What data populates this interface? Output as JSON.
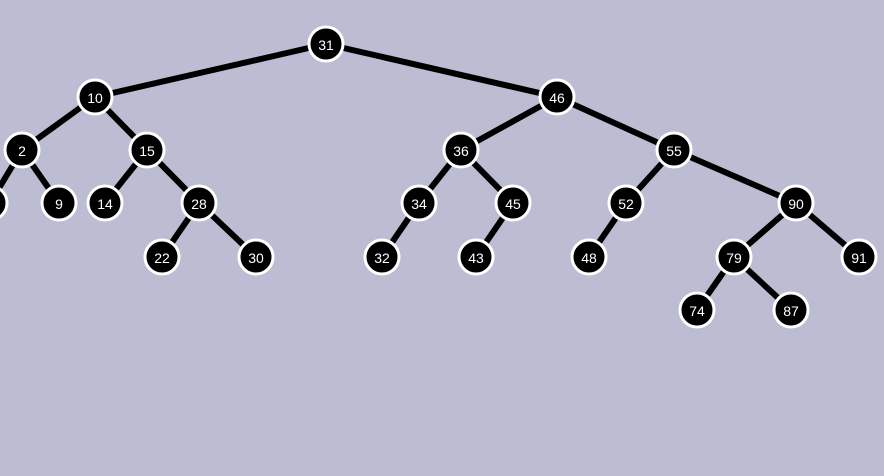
{
  "colors": {
    "background": "#bcbdd2",
    "node_fill": "#000000",
    "node_border": "#ffffff",
    "node_text": "#ffffff",
    "edge": "#000000"
  },
  "tree": {
    "root": {
      "value": "31",
      "left": {
        "value": "10",
        "left": {
          "value": "2",
          "left": {
            "value": ""
          },
          "right": {
            "value": "9"
          }
        },
        "right": {
          "value": "15",
          "left": {
            "value": "14"
          },
          "right": {
            "value": "28",
            "left": {
              "value": "22"
            },
            "right": {
              "value": "30"
            }
          }
        }
      },
      "right": {
        "value": "46",
        "left": {
          "value": "36",
          "left": {
            "value": "34",
            "left": {
              "value": "32"
            }
          },
          "right": {
            "value": "45",
            "left": {
              "value": "43"
            }
          }
        },
        "right": {
          "value": "55",
          "left": {
            "value": "52",
            "left": {
              "value": "48"
            }
          },
          "right": {
            "value": "90",
            "left": {
              "value": "79",
              "left": {
                "value": "74"
              },
              "right": {
                "value": "87"
              }
            },
            "right": {
              "value": "91"
            }
          }
        }
      }
    }
  }
}
